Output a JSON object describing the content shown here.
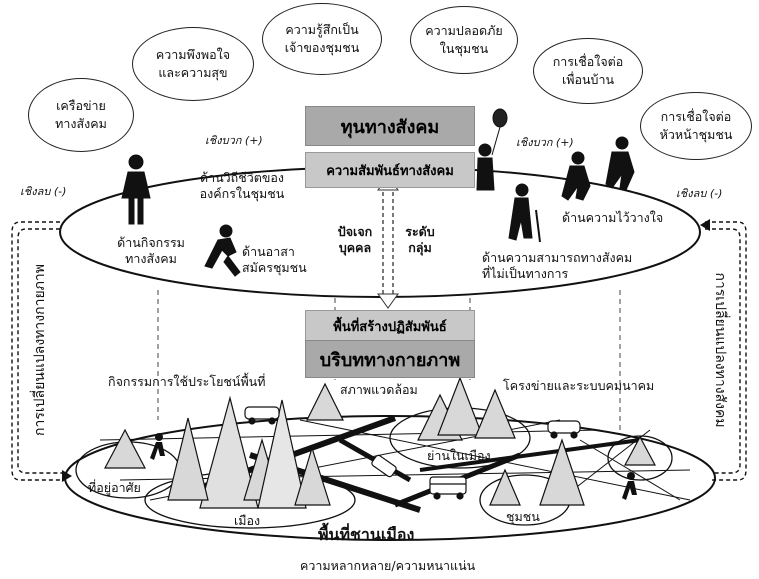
{
  "title": "ทุนทางสังคม",
  "subtitle": "ความสัมพันธ์ทางสังคม",
  "bubbles": {
    "network": [
      "เครือข่าย",
      "ทางสังคม"
    ],
    "satisfaction": [
      "ความพึงพอใจ",
      "และความสุข"
    ],
    "ownership": [
      "ความรู้สึกเป็น",
      "เจ้าของชุมชน"
    ],
    "safety": [
      "ความปลอดภัย",
      "ในชุมชน"
    ],
    "neighbor_trust": [
      "การเชื่อใจต่อ",
      "เพื่อนบ้าน"
    ],
    "leader_trust": [
      "การเชื่อใจต่อ",
      "หัวหน้าชุมชน"
    ]
  },
  "labels": {
    "positive_left": "เชิงบวก (+)",
    "positive_right": "เชิงบวก (+)",
    "negative_left": "เชิงลบ (-)",
    "negative_right": "เชิงลบ (-)",
    "org_life": [
      "ด้านวิถีชีวิตของ",
      "องค์กรในชุมชน"
    ],
    "social_activity": [
      "ด้านกิจกรรม",
      "ทางสังคม"
    ],
    "volunteer": [
      "ด้านอาสา",
      "สมัครชุมชน"
    ],
    "individual": [
      "ปัจเจก",
      "บุคคล"
    ],
    "group_level": [
      "ระดับ",
      "กลุ่ม"
    ],
    "trust_aspect": "ด้านความไว้วางใจ",
    "informal_ability": [
      "ด้านความสามารถทางสังคม",
      "ที่ไม่เป็นทางการ"
    ],
    "interaction_space": "พื้นที่สร้างปฏิสัมพันธ์",
    "physical_context": "บริบททางกายภาพ",
    "land_use": "กิจกรรมการใช้ประโยชน์พื้นที่",
    "environment": "สภาพแวดล้อม",
    "transport": "โครงข่ายและระบบคมนาคม",
    "inner_city": "ย่านในเมือง",
    "residential": "ที่อยู่อาศัย",
    "city": "เมือง",
    "community": "ชุมชน",
    "periurban": "พื้นที่ชานเมือง",
    "diversity": "ความหลากหลาย/ความหนาแน่น",
    "physical_change": "การเปลี่ยนแปลงทางกายภาพ",
    "social_change": "การเปลี่ยนแปลงทางสังคม"
  }
}
